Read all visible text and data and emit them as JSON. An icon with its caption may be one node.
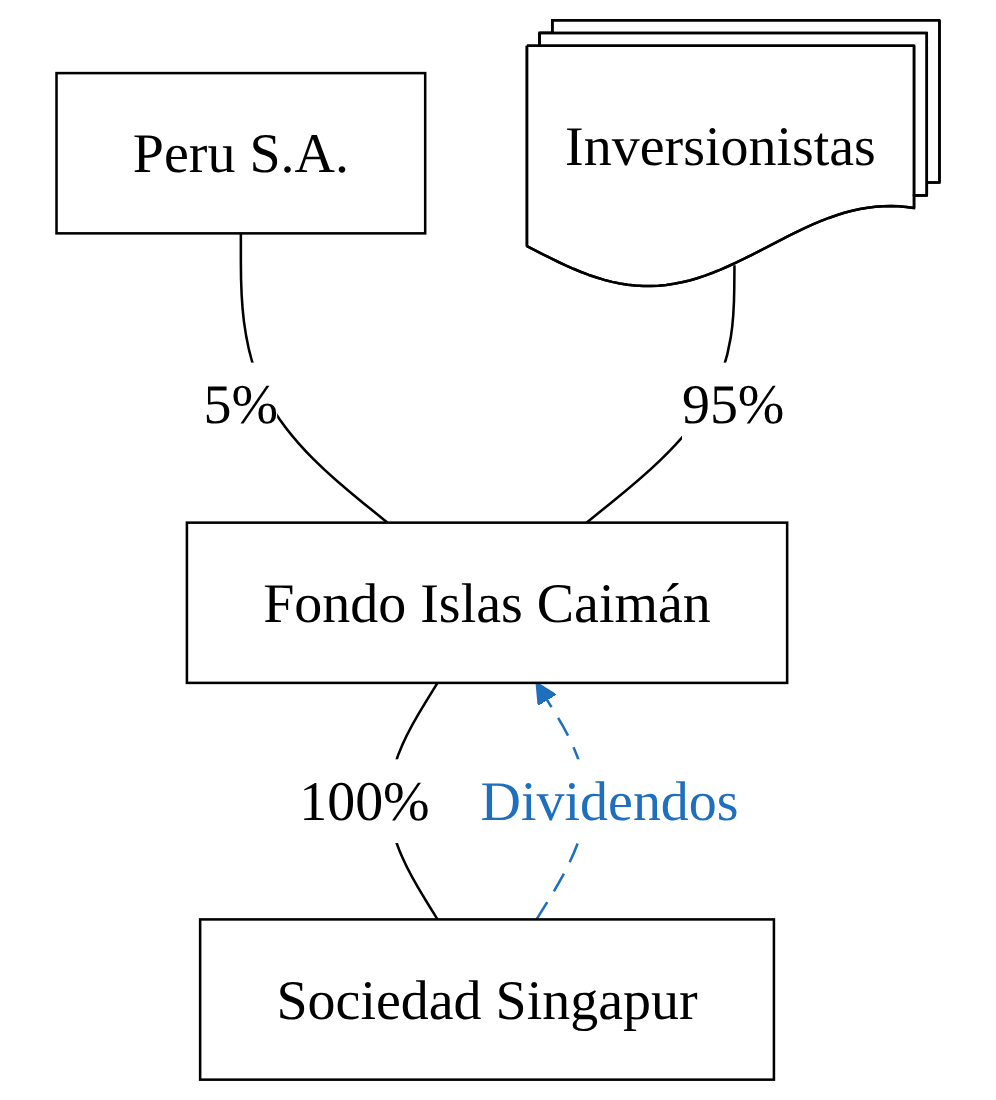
{
  "diagram": {
    "nodes": [
      {
        "text": [
          "Peru S.A."
        ]
      },
      {
        "text": [
          "Inversionistas"
        ]
      },
      {
        "text": [
          "Fondo Islas Caimán"
        ]
      },
      {
        "text": [
          "Sociedad Singapur"
        ]
      }
    ],
    "edges": [
      {
        "from": 0,
        "to": 2,
        "arrow": "none",
        "label": "5%"
      },
      {
        "from": 1,
        "to": 2,
        "arrow": "none",
        "label": "95%"
      },
      {
        "from": 2,
        "to": 3,
        "arrow": "none",
        "label": "100%"
      },
      {
        "from": 3,
        "to": 2,
        "arrow": "to",
        "label": "Dividendos",
        "style": "dashed",
        "color": "#1f6fbf"
      }
    ]
  }
}
